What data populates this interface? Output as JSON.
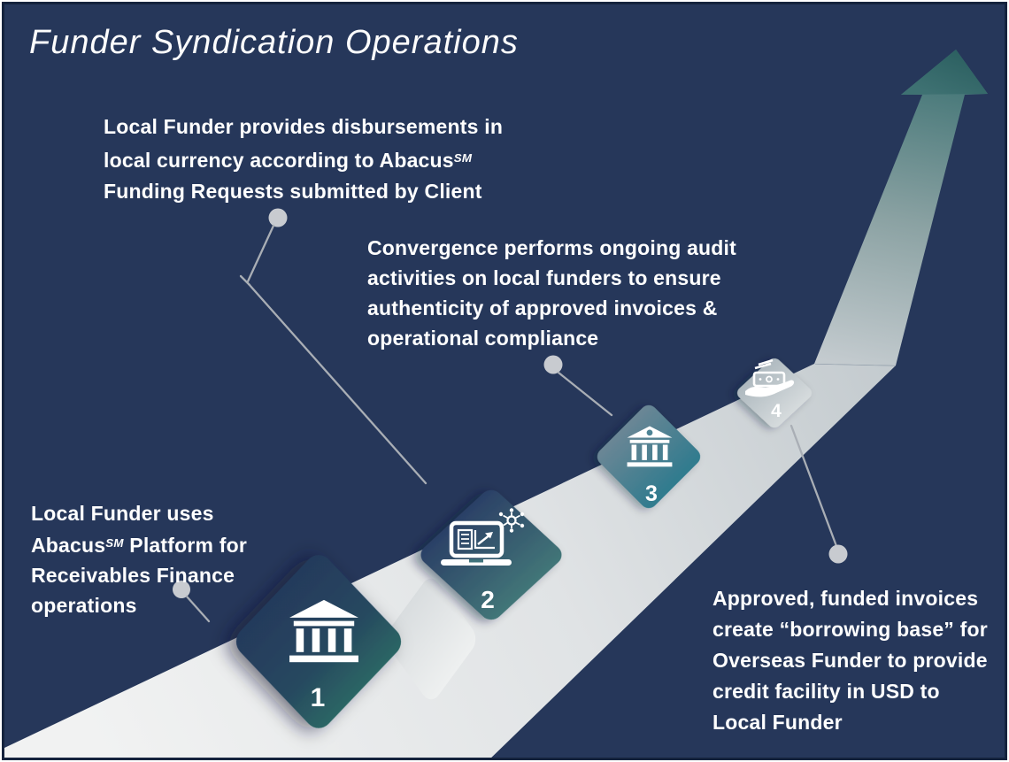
{
  "slide": {
    "title": "Funder Syndication Operations",
    "background_color": "#26375A",
    "border_color": "#15233D",
    "arrow_teal": "#2E6767",
    "road_gray": "#EFF0F1",
    "leader_gray": "#A9AEB5"
  },
  "annotations": [
    {
      "name": "note-abacus-disbursements",
      "lines": [
        [
          {
            "t": "Local Funder provides disbursements in"
          }
        ],
        [
          {
            "t": "local currency according to Abacus"
          },
          {
            "t": "SM",
            "sup": true
          }
        ],
        [
          {
            "t": "Funding Requests submitted by Client"
          }
        ]
      ]
    },
    {
      "name": "note-convergence-audit",
      "lines": [
        [
          {
            "t": "Convergence performs ongoing audit"
          }
        ],
        [
          {
            "t": "activities on local funders to ensure"
          }
        ],
        [
          {
            "t": "authenticity of approved invoices &"
          }
        ],
        [
          {
            "t": "operational compliance"
          }
        ]
      ]
    },
    {
      "name": "note-local-funder-platform",
      "lines": [
        [
          {
            "t": "Local Funder uses"
          }
        ],
        [
          {
            "t": "Abacus"
          },
          {
            "t": "SM",
            "sup": true
          },
          {
            "t": " Platform for"
          }
        ],
        [
          {
            "t": "Receivables Finance"
          }
        ],
        [
          {
            "t": "operations"
          }
        ]
      ]
    },
    {
      "name": "note-borrowing-base",
      "lines": [
        [
          {
            "t": "Approved, funded invoices"
          }
        ],
        [
          {
            "t": "create “borrowing base” for"
          }
        ],
        [
          {
            "t": "Overseas Funder to provide"
          }
        ],
        [
          {
            "t": "credit facility in USD to"
          }
        ],
        [
          {
            "t": "Local Funder"
          }
        ]
      ]
    }
  ],
  "steps": [
    {
      "number": "1",
      "icon": "bank-icon"
    },
    {
      "number": "2",
      "icon": "laptop-analytics-network-icon"
    },
    {
      "number": "3",
      "icon": "bank-icon"
    },
    {
      "number": "4",
      "icon": "cash-in-hand-icon"
    }
  ]
}
